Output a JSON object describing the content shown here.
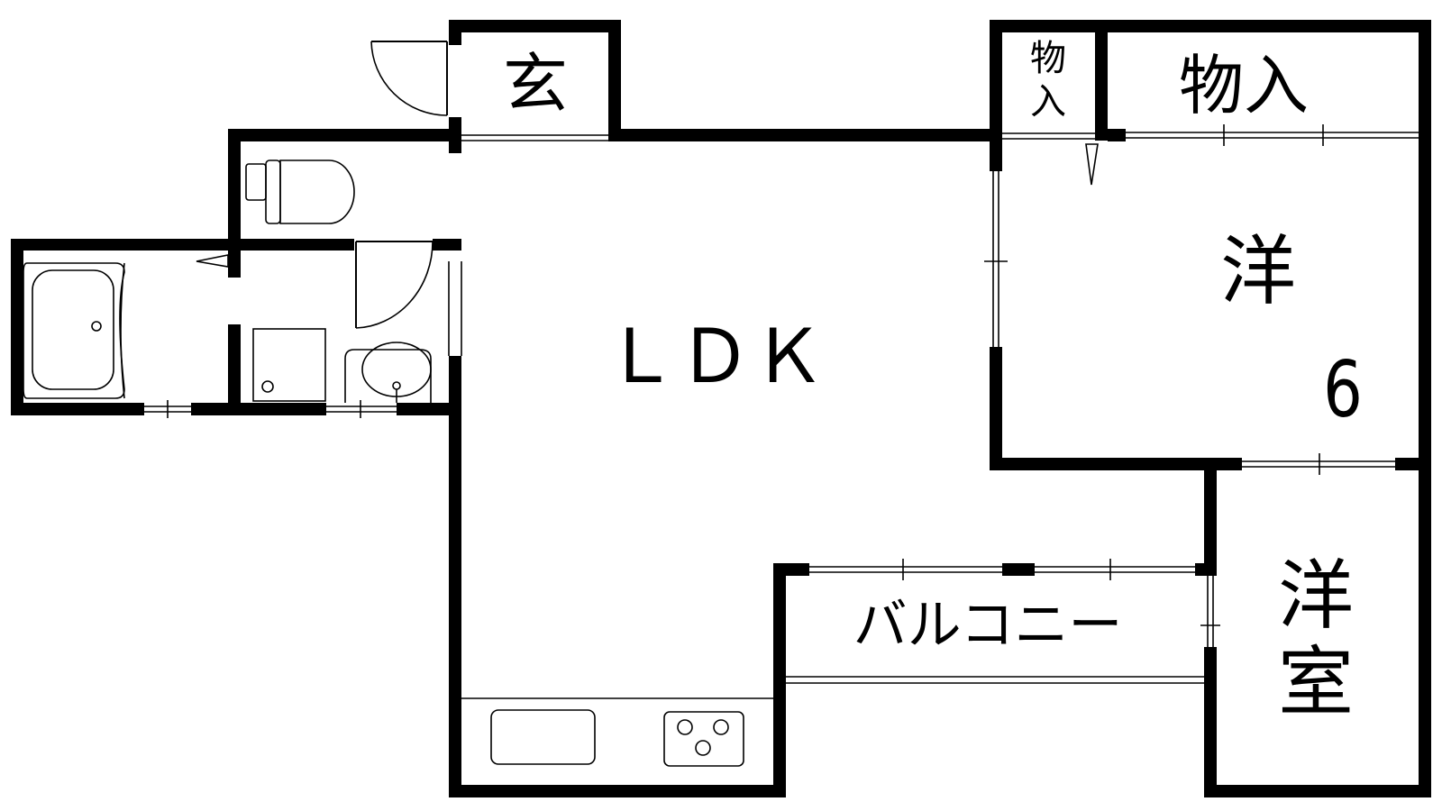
{
  "floorplan": {
    "rooms": {
      "entrance": "玄",
      "storage_small": [
        "物",
        "入"
      ],
      "storage": "物入",
      "ldk": "ＬＤＫ",
      "western_room": "洋",
      "western_room_size": "6",
      "western_room_2": [
        "洋",
        "室"
      ],
      "balcony": "バルコニー"
    },
    "fixtures": [
      "toilet-icon",
      "bathtub-icon",
      "washing-machine-icon",
      "washbasin-icon",
      "sink-icon",
      "stove-icon",
      "door-swing-icon"
    ],
    "colors": {
      "wall": "#000000",
      "background": "#ffffff"
    }
  }
}
